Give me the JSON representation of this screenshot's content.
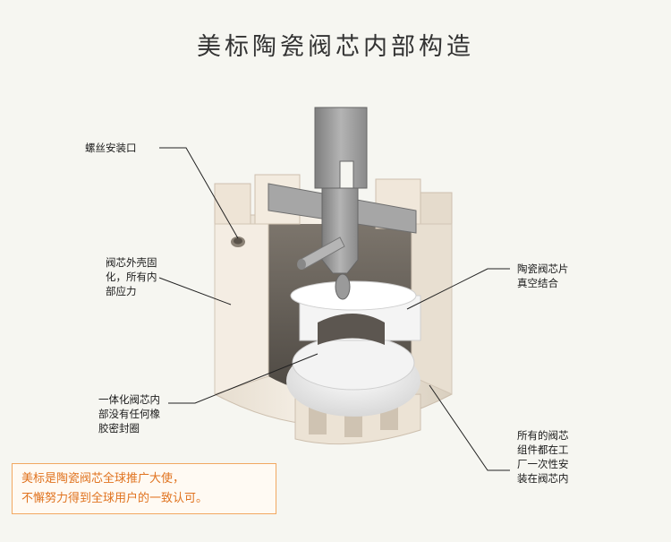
{
  "title": "美标陶瓷阀芯内部构造",
  "callouts": {
    "thread_port": [
      "螺丝安装口"
    ],
    "shell_cured": [
      "阀芯外壳固",
      "化，所有内",
      "部应力"
    ],
    "ceramic_disc": [
      "陶瓷阀芯片",
      "真空结合"
    ],
    "rubber_free": [
      "一体化阀芯内",
      "部没有任何橡",
      "胶密封圈"
    ],
    "factory_assembled": [
      "所有的阀芯",
      "组件都在工",
      "厂一次性安",
      "装在阀芯内"
    ]
  },
  "note": [
    "美标是陶瓷阀芯全球推广大使，",
    "不懈努力得到全球用户的一致认可。"
  ],
  "colors": {
    "background": "#f6f6f1",
    "ceramic": "#efe6da",
    "metal": "#9a9a9a",
    "note_text": "#e0731f",
    "note_border": "#f2a861"
  }
}
